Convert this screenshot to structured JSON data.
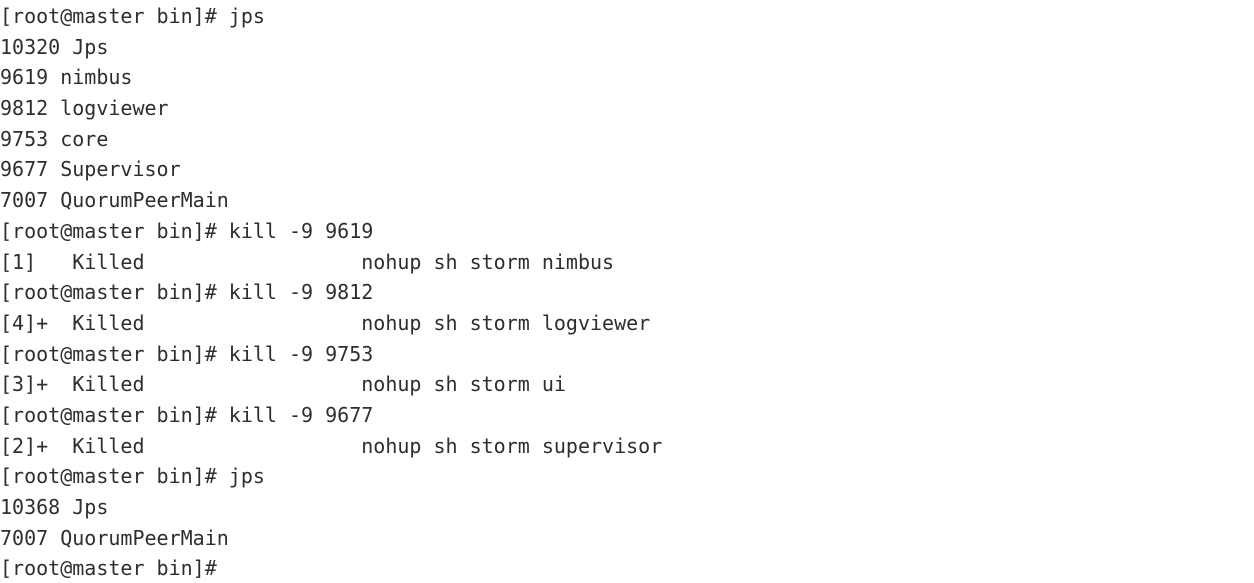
{
  "terminal": {
    "prompt": "[root@master bin]# ",
    "colors": {
      "background": "#ffffff",
      "foreground": "#2b2f33"
    },
    "lines": [
      "[root@master bin]# jps",
      "10320 Jps",
      "9619 nimbus",
      "9812 logviewer",
      "9753 core",
      "9677 Supervisor",
      "7007 QuorumPeerMain",
      "[root@master bin]# kill -9 9619",
      "[1]   Killed                  nohup sh storm nimbus",
      "[root@master bin]# kill -9 9812",
      "[4]+  Killed                  nohup sh storm logviewer",
      "[root@master bin]# kill -9 9753",
      "[3]+  Killed                  nohup sh storm ui",
      "[root@master bin]# kill -9 9677",
      "[2]+  Killed                  nohup sh storm supervisor",
      "[root@master bin]# jps",
      "10368 Jps",
      "7007 QuorumPeerMain",
      "[root@master bin]# "
    ]
  }
}
